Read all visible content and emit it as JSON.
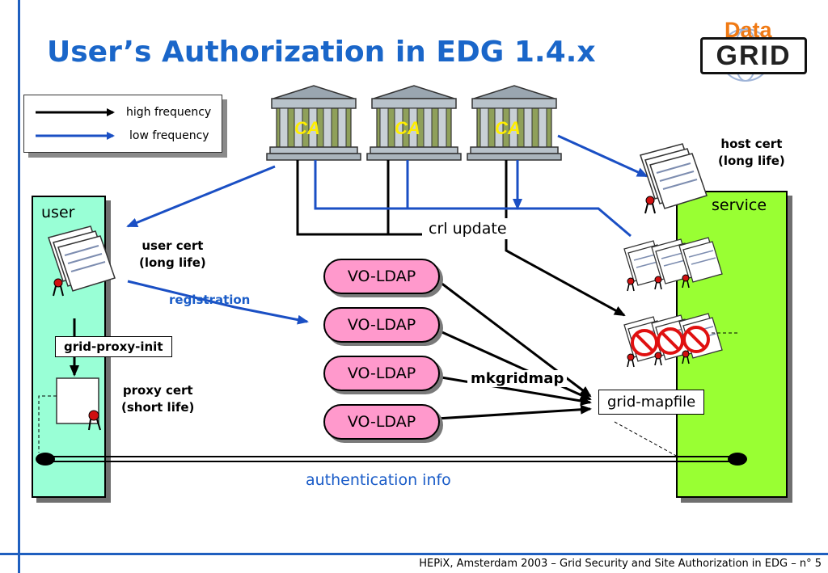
{
  "title": "User’s Authorization in EDG 1.4.x",
  "footer": "HEPiX, Amsterdam 2003 – Grid Security and Site Authorization in EDG –  n° 5",
  "logo": {
    "word_top": "Data",
    "word_bottom": "GRID"
  },
  "legend": {
    "high_frequency": "high frequency",
    "low_frequency": "low frequency",
    "high_color": "#000000",
    "low_color": "#1a4fc4"
  },
  "ca_buildings": [
    "CA",
    "CA",
    "CA"
  ],
  "user_panel": {
    "label": "user",
    "user_cert_line1": "user cert",
    "user_cert_line2": "(long life)",
    "grid_proxy_init": "grid-proxy-init",
    "proxy_cert_line1": "proxy cert",
    "proxy_cert_line2": "(short life)",
    "registration": "registration"
  },
  "service_panel": {
    "label": "service",
    "host_cert_line1": "host cert",
    "host_cert_line2": "(long life)",
    "grid_mapfile": "grid-mapfile"
  },
  "crl_update": "crl update",
  "vo_ldap": [
    "VO-LDAP",
    "VO-LDAP",
    "VO-LDAP",
    "VO-LDAP"
  ],
  "mkgridmap": "mkgridmap",
  "authentication_info": "authentication info",
  "colors": {
    "title_blue": "#1a66c9",
    "user_panel": "#99ffd6",
    "service_panel": "#99ff33",
    "vo_ldap": "#ff99cc"
  }
}
